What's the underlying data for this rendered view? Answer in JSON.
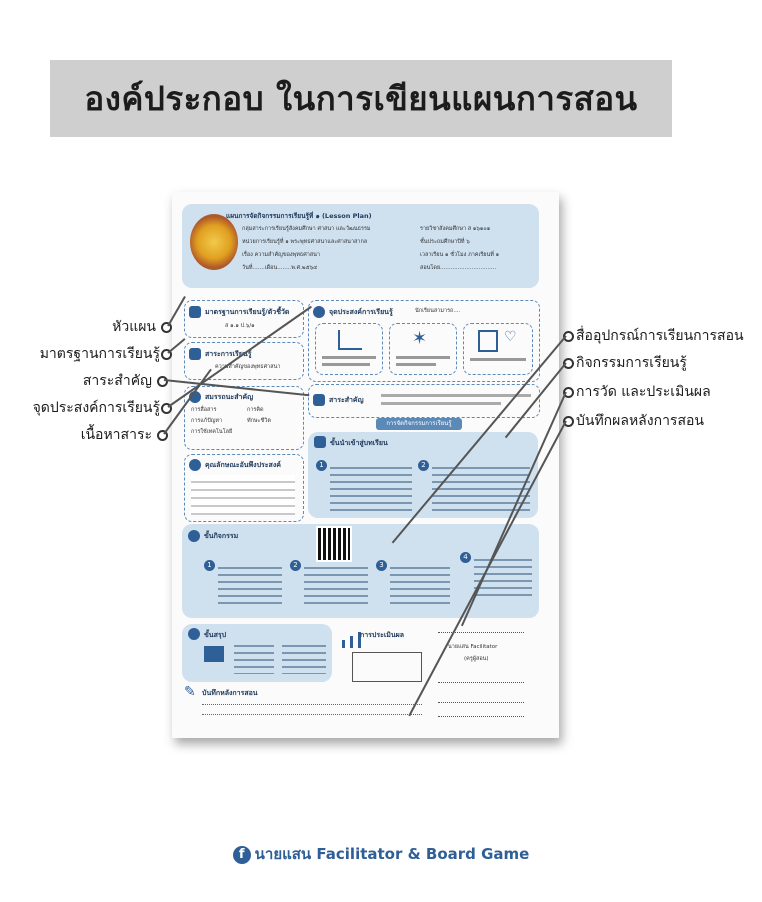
{
  "title": "องค์ประกอบ ในการเขียนแผนการสอน",
  "doc": {
    "plan_title": "แผนการจัดกิจกรรมการเรียนรู้ที่ ๑ (Lesson Plan)",
    "left_lines": [
      "กลุ่มสาระการเรียนรู้สังคมศึกษา ศาสนา และวัฒนธรรม",
      "หน่วยการเรียนรู้ที่ ๑ พระพุทธศาสนาและศาสนาสากล",
      "เรื่อง ความสำคัญของพุทธศาสนา",
      "วันที่.......เดือน........พ.ศ.๒๕๖๔"
    ],
    "right_lines": [
      "รายวิชาสังคมศึกษา ส ๑๖๑๐๑",
      "ชั้นประถมศึกษาปีที่ ๖",
      "เวลาเรียน ๑ ชั่วโมง ภาคเรียนที่ ๑",
      "สอนโดย................................"
    ],
    "standard_head": "มาตรฐานการเรียนรู้/ตัวชี้วัด",
    "standard_val": "ส ๑.๑ ป.๖/๑",
    "objective_head": "จุดประสงค์การเรียนรู้",
    "objective_sub": "นักเรียนสามารถ....",
    "content_head": "สาระการเรียนรู้",
    "content_val": "ความสำคัญของพุทธศาสนา",
    "essence_head": "สาระสำคัญ",
    "competency_head": "สมรรถนะสำคัญ",
    "competencies": [
      "การสื่อสาร",
      "การคิด",
      "การแก้ปัญหา",
      "ทักษะชีวิต",
      "การใช้เทคโนโลยี"
    ],
    "trait_head": "คุณลักษณะอันพึงประสงค์",
    "activity_banner": "การจัดกิจกรรมการเรียนรู้",
    "intro_head": "ขั้นนำเข้าสู่บทเรียน",
    "activity_head": "ขั้นกิจกรรม",
    "summary_head": "ขั้นสรุป",
    "eval_head": "การประเมินผล",
    "record_head": "บันทึกหลังการสอน",
    "sign_name": "นายแสน Facilitator",
    "sign_role": "(ครูผู้สอน)"
  },
  "callouts_left": [
    "หัวแผน",
    "มาตรฐานการเรียนรู้",
    "สาระสำคัญ",
    "จุดประสงค์การเรียนรู้",
    "เนื้อหาสาระ"
  ],
  "callouts_right": [
    "สื่ออุปกรณ์การเรียนการสอน",
    "กิจกรรมการเรียนรู้",
    "การวัด และประเมินผล",
    "บันทึกผลหลังการสอน"
  ],
  "footer": "นายแสน Facilitator & Board Game",
  "colors": {
    "accent": "#2f5f97",
    "light_blue": "#cfe0ef",
    "banner_gray": "#cfcfcf"
  }
}
